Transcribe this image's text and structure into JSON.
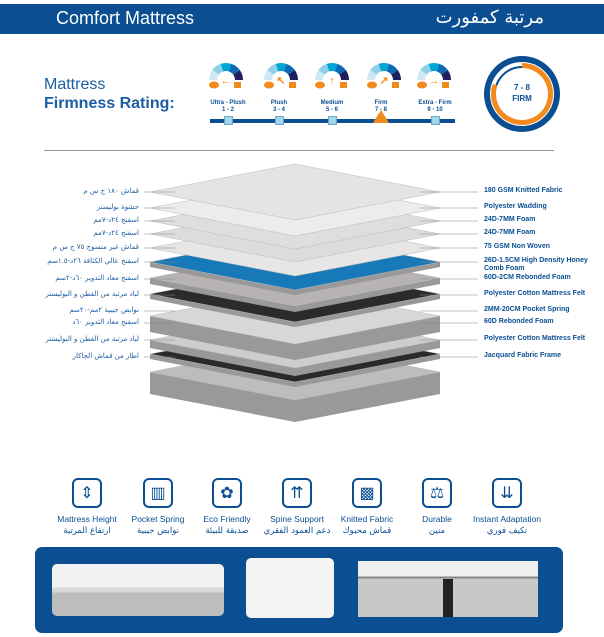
{
  "header": {
    "title_en": "Comfort Mattress",
    "title_ar": "مرتبة كمفورت"
  },
  "firmness": {
    "title_line1": "Mattress",
    "title_line2": "Firmness Rating:",
    "levels": [
      {
        "name": "Ultra - Plush",
        "range": "1 - 2"
      },
      {
        "name": "Plush",
        "range": "3 - 4"
      },
      {
        "name": "Medium",
        "range": "5 - 6"
      },
      {
        "name": "Firm",
        "range": "7 - 8"
      },
      {
        "name": "Extra - Firm",
        "range": "9 - 10"
      }
    ],
    "selected_index": 3,
    "badge_range": "7 - 8",
    "badge_label": "FIRM",
    "accent": "#f28a1e",
    "primary": "#0b4f92"
  },
  "layers_ar": [
    "قماش ١٨٠ ج س م",
    "حشوة بوليستر",
    "اسفنج ٢٤د-٧مم",
    "اسفنج ٢٤د-٧مم",
    "قماش غير منسوج ٧٥ ج س م",
    "اسفنج عالي الكثافة ٢٦د-١.٥سم",
    "اسفنج معاد التدوير ٦٠د-٢سم",
    "لباد مرتبة من القطن و البوليستر",
    "نوابض جيبية ٢مم-٢٠سم",
    "اسفنج معاد التدوير ٦٠د",
    "لباد مرتبة من القطن و البوليستر",
    "اطار من قماش الجاكار"
  ],
  "layers_en": [
    "180 GSM Knitted Fabric",
    "Polyester Wadding",
    "24D-7MM Foam",
    "24D-7MM Foam",
    "75 GSM Non Woven",
    "26D-1.5CM High Density Honey Comb Foam",
    "60D-2CM Rebonded Foam",
    "Polyester Cotton Mattress Felt",
    "2MM-20CM Pocket Spring",
    "60D Rebonded Foam",
    "Polyester Cotton Mattress Felt",
    "Jacquard Fabric Frame"
  ],
  "features": [
    {
      "en": "Mattress Height",
      "ar": "ارتفاع المرتبة",
      "icon": "ruler-icon"
    },
    {
      "en": "Pocket Spring",
      "ar": "نوابض جيبية",
      "icon": "spring-icon"
    },
    {
      "en": "Eco Friendly",
      "ar": "صديقة للبيئة",
      "icon": "leaf-icon"
    },
    {
      "en": "Spine Support",
      "ar": "دعم العمود الفقري",
      "icon": "spine-icon"
    },
    {
      "en": "Knitted Fabric",
      "ar": "قماش محبوك",
      "icon": "knit-icon"
    },
    {
      "en": "Durable",
      "ar": "متين",
      "icon": "weight-icon"
    },
    {
      "en": "Instant Adaptation",
      "ar": "تكيف فوري",
      "icon": "adapt-icon"
    }
  ]
}
